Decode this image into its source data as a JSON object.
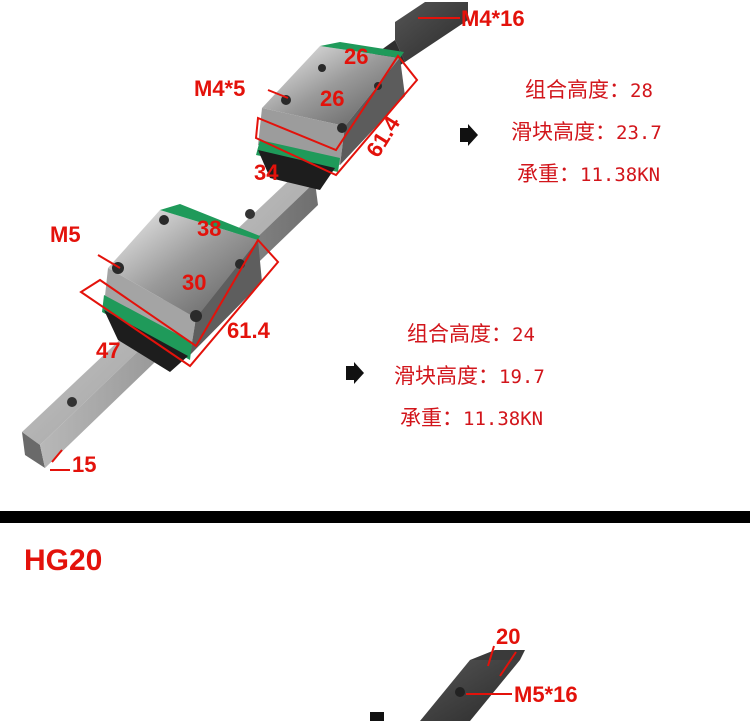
{
  "top": {
    "dims": {
      "m4x16": "M4*16",
      "m4x5": "M4*5",
      "d26a": "26",
      "d26b": "26",
      "d614a": "61.4",
      "d34": "34",
      "m5": "M5",
      "d38": "38",
      "d30": "30",
      "d614b": "61.4",
      "d47": "47",
      "d15": "15"
    },
    "spec_upper": {
      "line1_label": "组合高度：",
      "line1_value": "28",
      "line2_label": "滑块高度：",
      "line2_value": "23.7",
      "line3_label": "承重：",
      "line3_value": "11.38KN"
    },
    "spec_lower": {
      "line1_label": "组合高度：",
      "line1_value": "24",
      "line2_label": "滑块高度：",
      "line2_value": "19.7",
      "line3_label": "承重：",
      "line3_value": "11.38KN"
    }
  },
  "section2": {
    "model": "HG20",
    "dims": {
      "d20": "20",
      "m5x16": "M5*16"
    }
  },
  "colors": {
    "accent_red": "#e3120b",
    "spec_red": "#d2151b",
    "block_green": "#1f9a5a"
  }
}
